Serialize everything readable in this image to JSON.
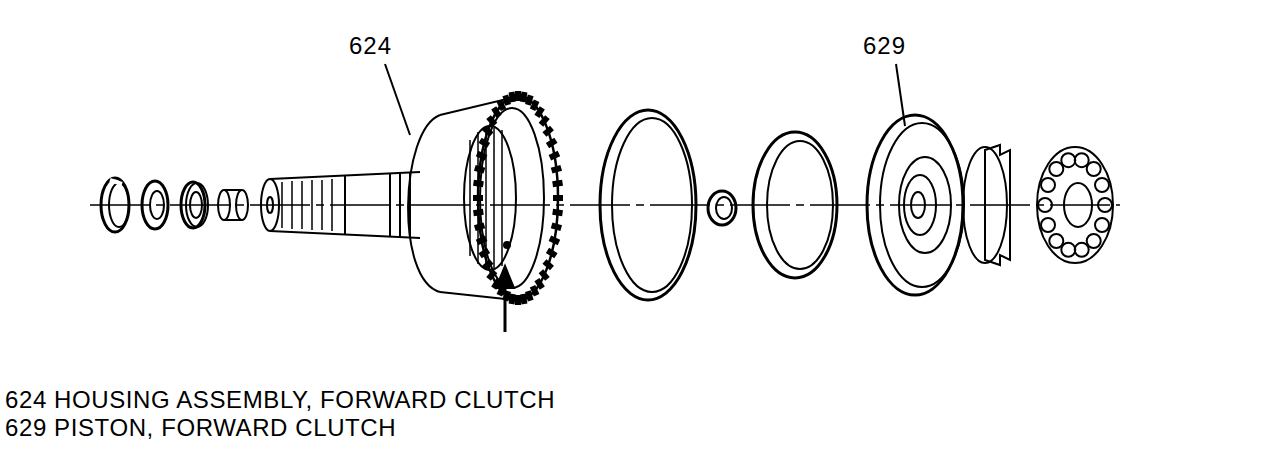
{
  "diagram": {
    "labels": [
      "624",
      "629",
      "624 HOUSING ASSEMBLY, FORWARD CLUTCH",
      "629 PISTON, FORWARD CLUTCH"
    ]
  }
}
